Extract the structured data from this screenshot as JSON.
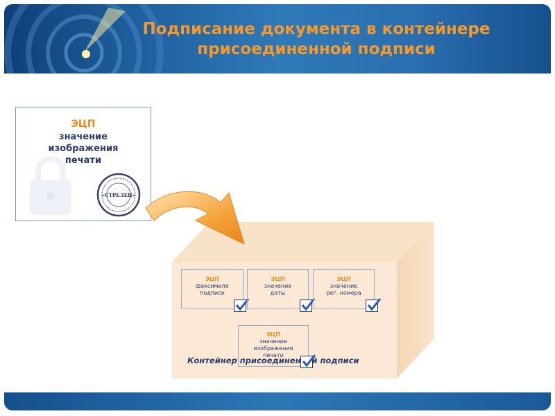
{
  "header": {
    "title_line1": "Подписание документа в контейнере",
    "title_line2": "присоединенной подписи"
  },
  "seal_card": {
    "ecp": "ЭЦП",
    "line1": "значение",
    "line2": "изображения",
    "line3": "печати",
    "stamp_text": "«СТРЕЛЕЦ»"
  },
  "container": {
    "label": "Контейнер присоединенной подписи",
    "slots": [
      {
        "ecp": "ЭЦП",
        "line1": "факсимиле",
        "line2": "подписи"
      },
      {
        "ecp": "ЭЦП",
        "line1": "значение",
        "line2": "даты"
      },
      {
        "ecp": "ЭЦП",
        "line1": "значение",
        "line2": "рег. номера"
      },
      {
        "ecp": "ЭЦП",
        "line1": "значение",
        "line2": "изображения",
        "line3": "печати"
      }
    ]
  },
  "colors": {
    "accent_orange": "#f28a1e",
    "text_navy": "#2b3b6e",
    "header_blue": "#1d5d9c",
    "box_face": "#fbe9d6"
  }
}
